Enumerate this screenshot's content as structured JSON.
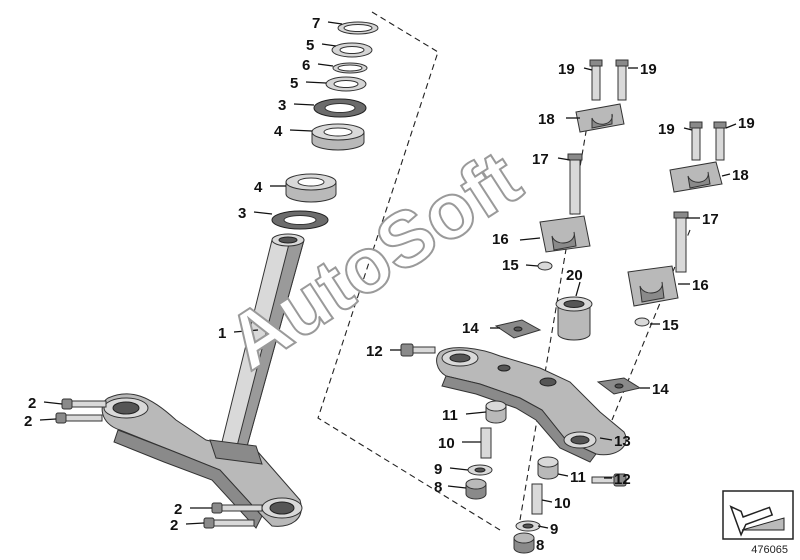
{
  "diagram": {
    "watermark": "AutoSoft",
    "reference_number": "476065",
    "callouts": [
      {
        "id": "c7",
        "label": "7"
      },
      {
        "id": "c5a",
        "label": "5"
      },
      {
        "id": "c6",
        "label": "6"
      },
      {
        "id": "c5b",
        "label": "5"
      },
      {
        "id": "c3a",
        "label": "3"
      },
      {
        "id": "c4a",
        "label": "4"
      },
      {
        "id": "c4b",
        "label": "4"
      },
      {
        "id": "c3b",
        "label": "3"
      },
      {
        "id": "c1",
        "label": "1"
      },
      {
        "id": "c2a",
        "label": "2"
      },
      {
        "id": "c2b",
        "label": "2"
      },
      {
        "id": "c2c",
        "label": "2"
      },
      {
        "id": "c2d",
        "label": "2"
      },
      {
        "id": "c19a",
        "label": "19"
      },
      {
        "id": "c19b",
        "label": "19"
      },
      {
        "id": "c18a",
        "label": "18"
      },
      {
        "id": "c17a",
        "label": "17"
      },
      {
        "id": "c16a",
        "label": "16"
      },
      {
        "id": "c15a",
        "label": "15"
      },
      {
        "id": "c20",
        "label": "20"
      },
      {
        "id": "c14a",
        "label": "14"
      },
      {
        "id": "c12a",
        "label": "12"
      },
      {
        "id": "c11a",
        "label": "11"
      },
      {
        "id": "c10a",
        "label": "10"
      },
      {
        "id": "c9a",
        "label": "9"
      },
      {
        "id": "c8a",
        "label": "8"
      },
      {
        "id": "c19c",
        "label": "19"
      },
      {
        "id": "c19d",
        "label": "19"
      },
      {
        "id": "c18b",
        "label": "18"
      },
      {
        "id": "c17b",
        "label": "17"
      },
      {
        "id": "c16b",
        "label": "16"
      },
      {
        "id": "c15b",
        "label": "15"
      },
      {
        "id": "c14b",
        "label": "14"
      },
      {
        "id": "c13",
        "label": "13"
      },
      {
        "id": "c11b",
        "label": "11"
      },
      {
        "id": "c12b",
        "label": "12"
      },
      {
        "id": "c10b",
        "label": "10"
      },
      {
        "id": "c9b",
        "label": "9"
      },
      {
        "id": "c8b",
        "label": "8"
      }
    ]
  }
}
